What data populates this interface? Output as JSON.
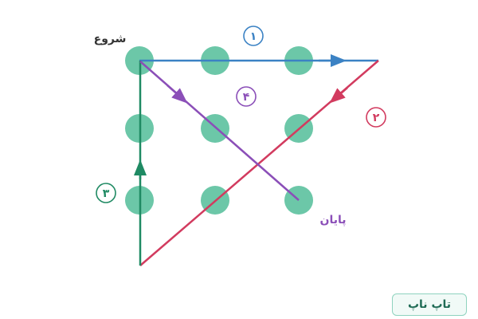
{
  "labels": {
    "start": "شروع",
    "end": "پایان"
  },
  "steps": [
    {
      "number": "۱",
      "color": "#3b82c4"
    },
    {
      "number": "۲",
      "color": "#d23b5f"
    },
    {
      "number": "۳",
      "color": "#1f8a63"
    },
    {
      "number": "۴",
      "color": "#8b4fb8"
    }
  ],
  "dot_color": "#6cc7a8",
  "badge": {
    "text": "تاپ ناپ"
  }
}
